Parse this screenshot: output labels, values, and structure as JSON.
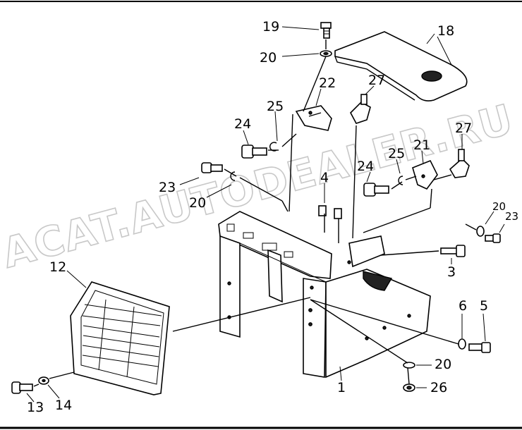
{
  "callouts": [
    {
      "id": "c19",
      "text": "19"
    },
    {
      "id": "c18",
      "text": "18"
    },
    {
      "id": "c20a",
      "text": "20"
    },
    {
      "id": "c22",
      "text": "22"
    },
    {
      "id": "c27a",
      "text": "27"
    },
    {
      "id": "c25a",
      "text": "25"
    },
    {
      "id": "c24a",
      "text": "24"
    },
    {
      "id": "c27b",
      "text": "27"
    },
    {
      "id": "c21",
      "text": "21"
    },
    {
      "id": "c25b",
      "text": "25"
    },
    {
      "id": "c24b",
      "text": "24"
    },
    {
      "id": "c4",
      "text": "4"
    },
    {
      "id": "c23a",
      "text": "23"
    },
    {
      "id": "c20b",
      "text": "20"
    },
    {
      "id": "c20c",
      "text": "20"
    },
    {
      "id": "c23b",
      "text": "23"
    },
    {
      "id": "c12",
      "text": "12"
    },
    {
      "id": "c3",
      "text": "3"
    },
    {
      "id": "c6",
      "text": "6"
    },
    {
      "id": "c5",
      "text": "5"
    },
    {
      "id": "c20d",
      "text": "20"
    },
    {
      "id": "c1",
      "text": "1"
    },
    {
      "id": "c26",
      "text": "26"
    },
    {
      "id": "c13",
      "text": "13"
    },
    {
      "id": "c14",
      "text": "14"
    }
  ],
  "watermark": "ACAT.AUTODEALER.RU",
  "colors": {
    "line": "#000000",
    "background": "#ffffff",
    "watermark": "#c8c8c8"
  }
}
